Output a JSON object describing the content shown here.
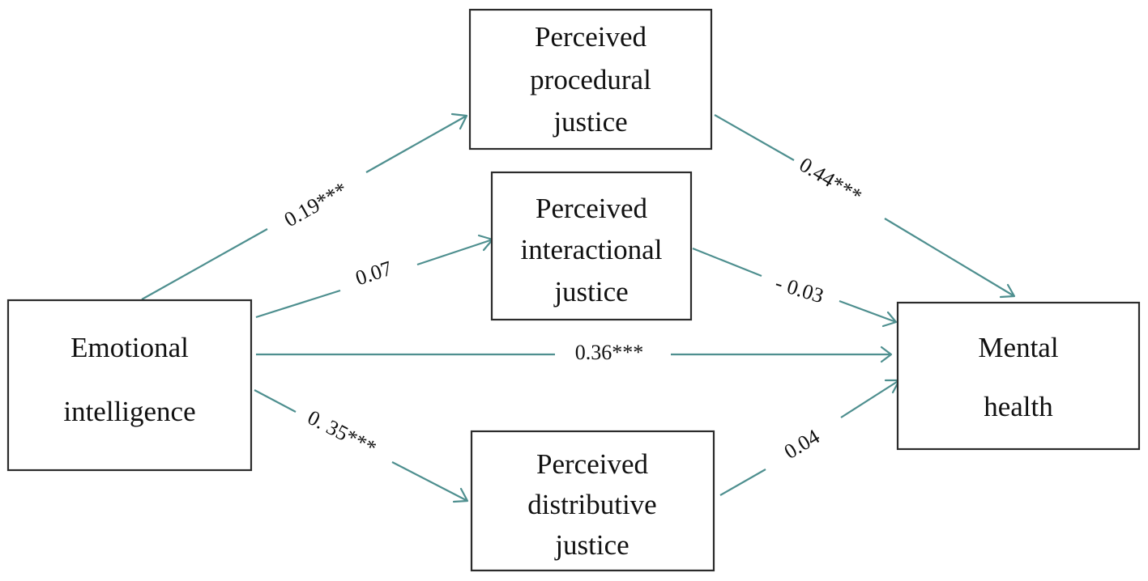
{
  "nodes": {
    "emotional_intelligence": {
      "lines": [
        "Emotional",
        "intelligence"
      ]
    },
    "procedural_justice": {
      "lines": [
        "Perceived",
        "procedural",
        "justice"
      ]
    },
    "interactional_justice": {
      "lines": [
        "Perceived",
        "interactional",
        "justice"
      ]
    },
    "distributive_justice": {
      "lines": [
        "Perceived",
        "distributive",
        "justice"
      ]
    },
    "mental_health": {
      "lines": [
        "Mental",
        "health"
      ]
    }
  },
  "paths": {
    "ei_to_procedural": "0.19***",
    "ei_to_interactional": "0.07",
    "ei_to_mental_health": "0.36***",
    "ei_to_distributive": "0. 35***",
    "procedural_to_mental_health": "0.44***",
    "interactional_to_mental_health": "- 0.03",
    "distributive_to_mental_health": "0.04"
  },
  "colors": {
    "arrow": "#4e8f8f",
    "box_border": "#2b2b2b",
    "text": "#111111"
  }
}
